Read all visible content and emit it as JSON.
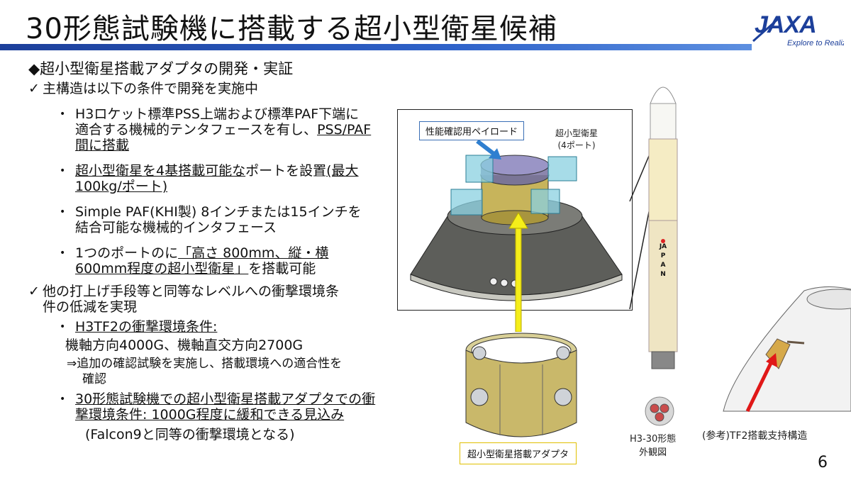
{
  "title": "30形態試験機に搭載する超小型衛星候補",
  "logo": {
    "text": "JAXA",
    "tagline": "Explore to Realize"
  },
  "section_heading": "◆超小型衛星搭載アダプタの開発・実証",
  "check1": "主構造は以下の条件で開発を実施中",
  "bullet1": {
    "line1": "H3ロケット標準PSS上端および標準PAF下端に",
    "line2a": "適合する機械的テンタフェースを有し、",
    "line2u": "PSS/PAF",
    "line3u": "間に搭載"
  },
  "bullet2": {
    "u1": "超小型衛星を4基搭載可能な",
    "t1": "ポートを設置",
    "u2": "(最大",
    "line2u": "100kg/ポート)"
  },
  "bullet3": {
    "line1": "Simple PAF(KHI製) 8インチまたは15インチを",
    "line2": "結合可能な機械的インタフェース"
  },
  "bullet4": {
    "t1": "1つのポートのに",
    "u1": "「高さ 800mm、縦・横",
    "line2u": "600mm程度の超小型衛星」",
    "line2b": "を搭載可能"
  },
  "check2": {
    "line1": "他の打上げ手段等と同等なレベルへの衝撃環境条",
    "line2": "件の低減を実現"
  },
  "bullet5": {
    "u": "H3TF2の衝撃環境条件:",
    "line2": "機軸方向4000G、機軸直交方向2700G",
    "line3": "⇒追加の確認試験を実施し、搭載環境への適合性を",
    "line4": "確認"
  },
  "bullet6": {
    "line1u": "30形態試験機での超小型衛星搭載アダプタでの衝",
    "line2u": "撃環境条件: 1000G程度に緩和できる見込み",
    "line3": "(Falcon9と同等の衝撃環境となる)"
  },
  "marks": {
    "check": "✓",
    "dot": "•",
    "diamond": "◆"
  },
  "labels": {
    "payload": "性能確認用ペイロード",
    "smallsat_line1": "超小型衛星",
    "smallsat_line2": "(4ポート)",
    "adapter": "超小型衛星搭載アダプタ",
    "h3_line1": "H3-30形態",
    "h3_line2": "外観図",
    "tf2": "(参考)TF2搭載支持構造",
    "rocket_text": "JAPAN"
  },
  "page_number": "6",
  "colors": {
    "title_bar": "#1c3f9a",
    "accent_blue": "#3a6fb5",
    "arrow_yellow": "#f5ee1a",
    "arrow_red": "#e01818"
  }
}
